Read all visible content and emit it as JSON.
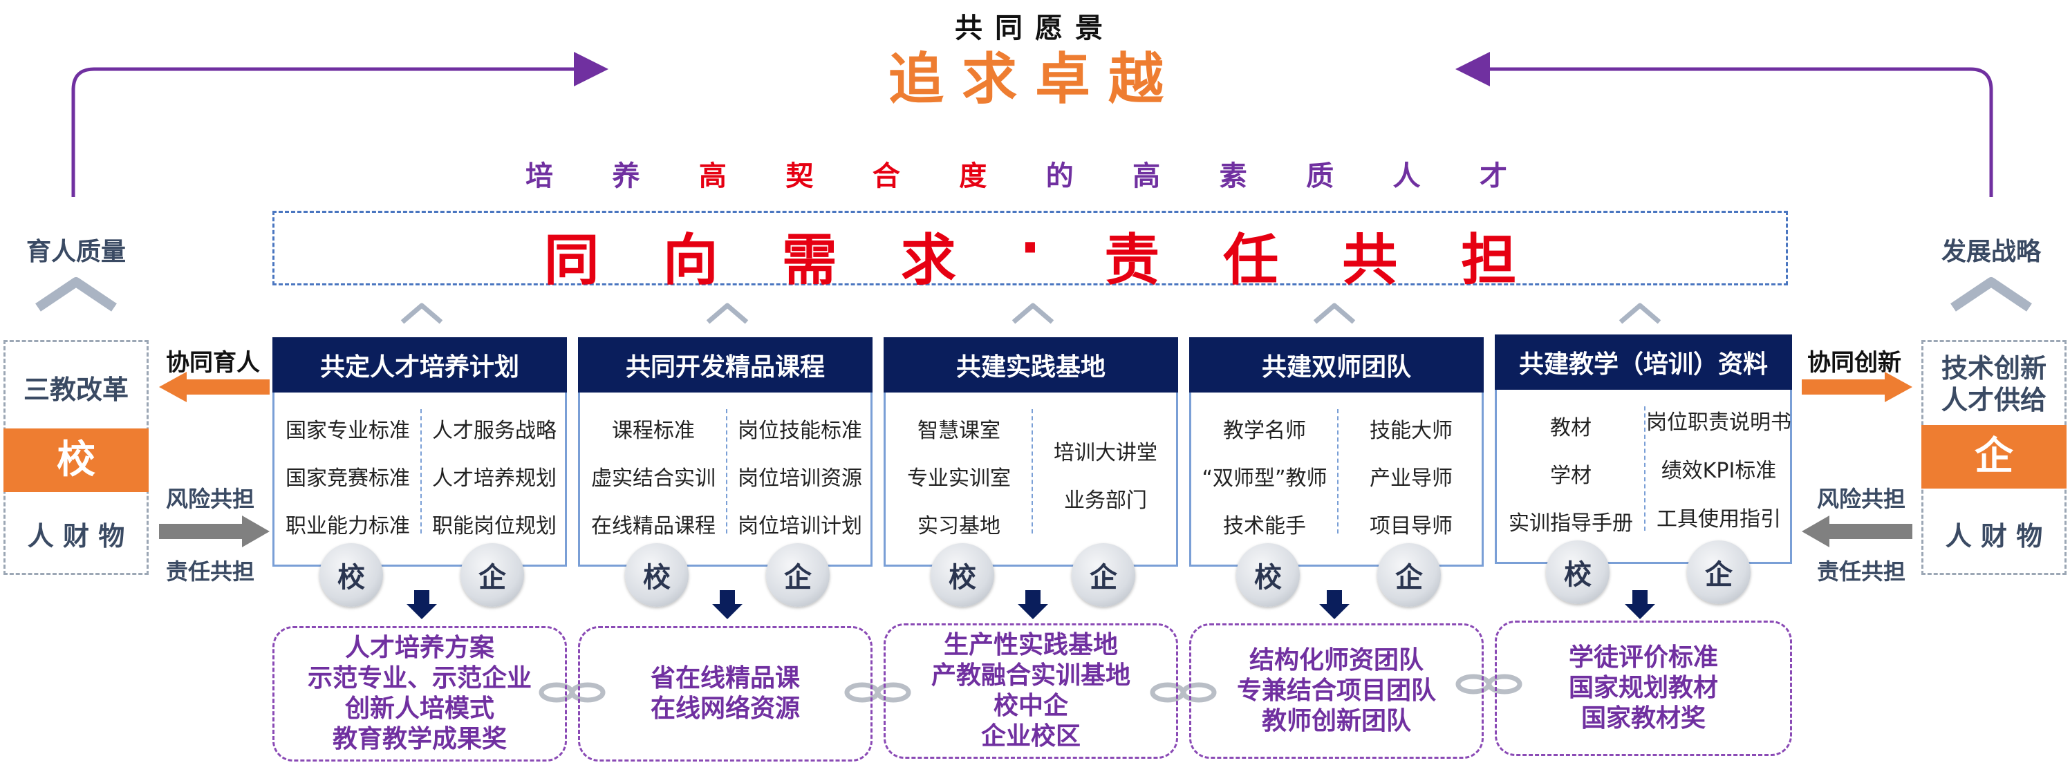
{
  "vision": {
    "title": "共同愿景",
    "slogan": "追求卓越"
  },
  "goal_chars": [
    {
      "t": "培",
      "c": "#7030a0"
    },
    {
      "t": "养",
      "c": "#7030a0"
    },
    {
      "t": "高",
      "c": "#e60012"
    },
    {
      "t": "契",
      "c": "#e60012"
    },
    {
      "t": "合",
      "c": "#e60012"
    },
    {
      "t": "度",
      "c": "#e60012"
    },
    {
      "t": "的",
      "c": "#7030a0"
    },
    {
      "t": "高",
      "c": "#7030a0"
    },
    {
      "t": "素",
      "c": "#7030a0"
    },
    {
      "t": "质",
      "c": "#7030a0"
    },
    {
      "t": "人",
      "c": "#7030a0"
    },
    {
      "t": "才",
      "c": "#7030a0"
    }
  ],
  "banner_chars": [
    "同",
    "向",
    "需",
    "求",
    "·",
    "责",
    "任",
    "共",
    "担"
  ],
  "left": {
    "top_label": "育人质量",
    "reform": "三教改革",
    "school": "校",
    "resources": "人 财 物",
    "label_collab": "协同育人",
    "label_risk": "风险共担",
    "label_resp": "责任共担"
  },
  "right": {
    "top_label": "发展战略",
    "line1": "技术创新",
    "line2": "人才供给",
    "enterprise": "企",
    "resources": "人 财 物",
    "label_collab": "协同创新",
    "label_risk": "风险共担",
    "label_resp": "责任共担"
  },
  "circles": {
    "school": "校",
    "enterprise": "企"
  },
  "blocks": [
    {
      "title": "共定人才培养计划",
      "left": [
        "国家专业标准",
        "国家竞赛标准",
        "职业能力标准"
      ],
      "right": [
        "人才服务战略",
        "人才培养规划",
        "职能岗位规划"
      ],
      "outputs": [
        "人才培养方案",
        "示范专业、示范企业",
        "创新人培模式",
        "教育教学成果奖"
      ]
    },
    {
      "title": "共同开发精品课程",
      "left": [
        "课程标准",
        "虚实结合实训",
        "在线精品课程"
      ],
      "right": [
        "岗位技能标准",
        "岗位培训资源",
        "岗位培训计划"
      ],
      "outputs": [
        "省在线精品课",
        "在线网络资源"
      ]
    },
    {
      "title": "共建实践基地",
      "left": [
        "智慧课室",
        "专业实训室",
        "实习基地"
      ],
      "right": [
        "培训大讲堂",
        "业务部门"
      ],
      "outputs": [
        "生产性实践基地",
        "产教融合实训基地",
        "校中企",
        "企业校区"
      ]
    },
    {
      "title": "共建双师团队",
      "left": [
        "教学名师",
        "“双师型”教师",
        "技术能手"
      ],
      "right": [
        "技能大师",
        "产业导师",
        "项目导师"
      ],
      "outputs": [
        "结构化师资团队",
        "专兼结合项目团队",
        "教师创新团队"
      ]
    },
    {
      "title": "共建教学（培训）资料",
      "left": [
        "教材",
        "学材",
        "实训指导手册"
      ],
      "right": [
        "岗位职责说明书",
        "绩效KPI标准",
        "工具使用指引"
      ],
      "outputs": [
        "学徒评价标准",
        "国家规划教材",
        "国家教材奖"
      ]
    }
  ],
  "colors": {
    "navy": "#0a1e5c",
    "orange": "#ee7d31",
    "red": "#e60012",
    "purple": "#7030a0",
    "grey": "#808080"
  }
}
